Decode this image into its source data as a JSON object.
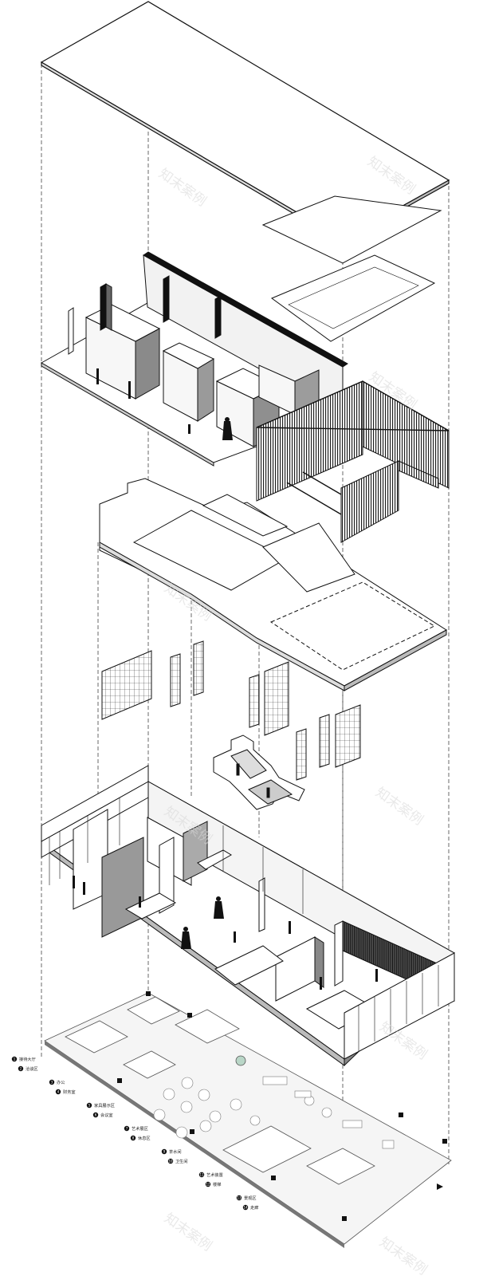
{
  "watermark": "知末案例",
  "legend": [
    {
      "num": "1",
      "label": "接待大厅"
    },
    {
      "num": "2",
      "label": "洽谈区"
    },
    {
      "num": "3",
      "label": "办公"
    },
    {
      "num": "4",
      "label": "财务室"
    },
    {
      "num": "5",
      "label": "家具展示区"
    },
    {
      "num": "6",
      "label": "会议室"
    },
    {
      "num": "7",
      "label": "艺术展区"
    },
    {
      "num": "8",
      "label": "休息区"
    },
    {
      "num": "9",
      "label": "茶水间"
    },
    {
      "num": "10",
      "label": "卫生间"
    },
    {
      "num": "11",
      "label": "艺术装置"
    },
    {
      "num": "12",
      "label": "楼梯"
    },
    {
      "num": "13",
      "label": "景观区"
    },
    {
      "num": "14",
      "label": "走廊"
    }
  ]
}
